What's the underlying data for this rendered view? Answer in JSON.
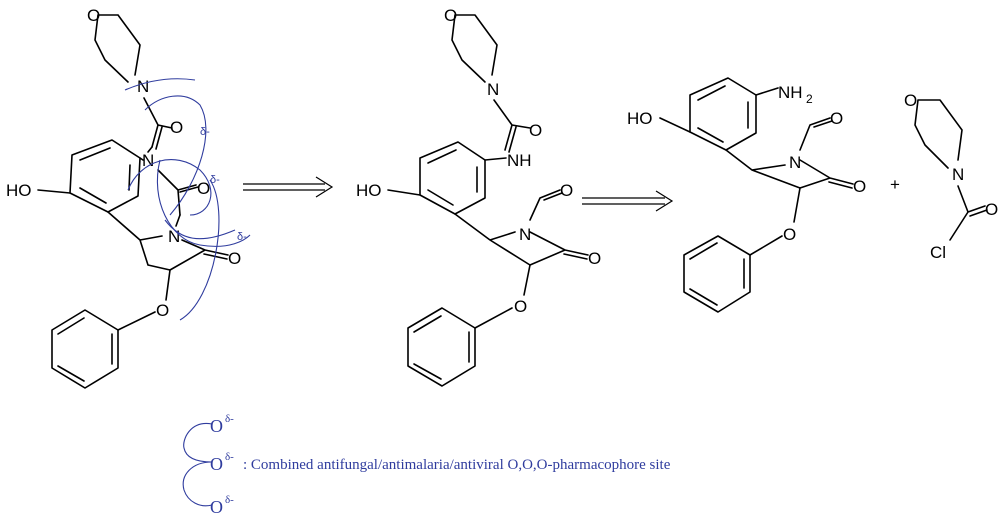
{
  "atoms": {
    "O": "O",
    "N": "N",
    "HO": "HO",
    "NH": "NH",
    "NH2_base": "NH",
    "NH2_sub": "2",
    "Cl": "Cl"
  },
  "delta_label": "δ-",
  "plus": "+",
  "legend": {
    "o_symbol": "O",
    "o_superscript": "δ-",
    "description": ": Combined antifungal/antimalaria/antiviral O,O,O-pharmacophore site"
  },
  "colors": {
    "annotation": "#2f3c9e",
    "bonds": "#000000"
  }
}
